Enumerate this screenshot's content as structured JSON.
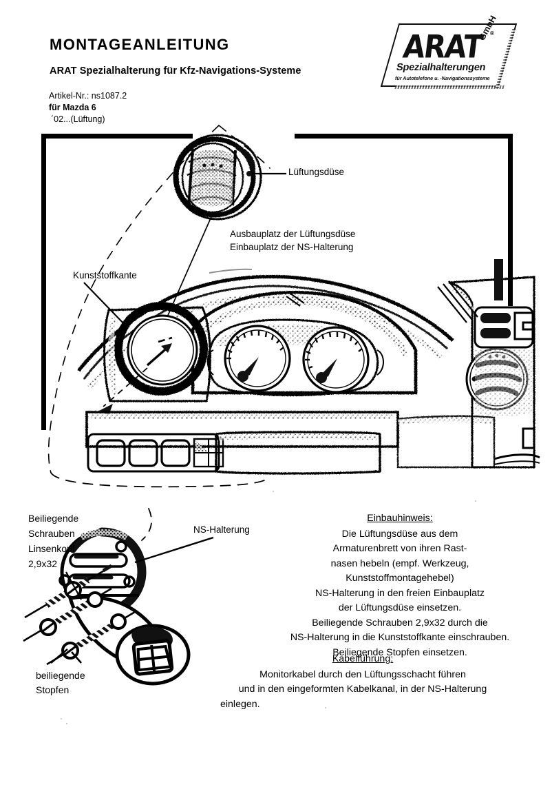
{
  "document": {
    "title": "MONTAGEANLEITUNG",
    "subtitle": "ARAT Spezialhalterung für Kfz-Navigations-Systeme",
    "article_number": "Artikel-Nr.: ns1087.2",
    "vehicle": "für Mazda 6",
    "variant": "´02...(Lüftung)"
  },
  "logo": {
    "brand": "ARAT",
    "registered": "®",
    "legal_form": "GmbH",
    "line1": "Spezialhalterungen",
    "line2": "für Autotelefone u. -Navigationssysteme"
  },
  "diagram_labels": {
    "vent_nozzle": "Lüftungsdüse",
    "removal_place": "Ausbauplatz der Lüftungsdüse",
    "install_place": "Einbauplatz der NS-Halterung",
    "plastic_edge": "Kunststoffkante",
    "bracket": "NS-Halterung",
    "screws_l1": "Beiliegende",
    "screws_l2": "Schrauben",
    "screws_l3": "Linsenkopf",
    "screws_l4": "2,9x32",
    "plugs_l1": "beiliegende",
    "plugs_l2": "Stopfen"
  },
  "instructions": {
    "install": {
      "heading": "Einbauhinweis:",
      "lines": [
        "Die Lüftungsdüse aus dem",
        "Armaturenbrett von ihren Rast-",
        "nasen hebeln (empf. Werkzeug,",
        "Kunststoffmontagehebel)",
        "NS-Halterung in den freien Einbauplatz",
        "der Lüftungsdüse einsetzen.",
        "Beiliegende Schrauben 2,9x32 durch die",
        "NS-Halterung in die Kunststoffkante einschrauben.",
        "Beiliegende Stopfen einsetzen."
      ]
    },
    "cabling": {
      "heading": "Kabelführung:",
      "lines": [
        "Monitorkabel durch den Lüftungsschacht führen",
        "und in den eingeformten Kabelkanal, in der NS-Halterung",
        "einlegen."
      ]
    }
  },
  "colors": {
    "ink": "#000000",
    "paper": "#ffffff",
    "grey": "#555555"
  }
}
